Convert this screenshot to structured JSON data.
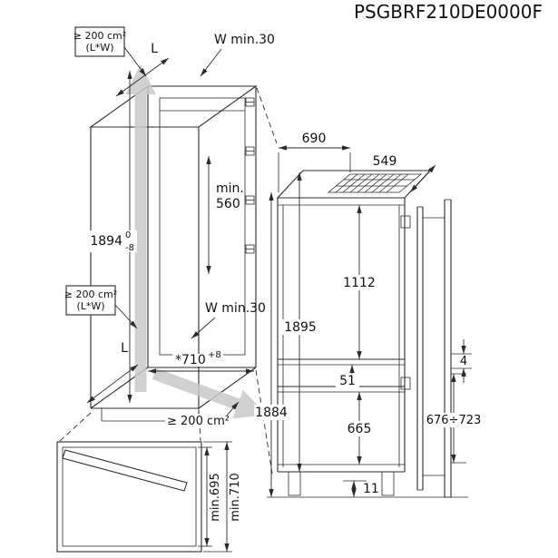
{
  "header": {
    "model_code": "PSGBRF210DE0000F"
  },
  "ventilation": {
    "top_label": "≥ 200 cm²",
    "top_sub": "(L*W)",
    "mid_label": "≥ 200 cm²",
    "mid_sub": "(L*W)",
    "bottom_label": "≥ 200 cm²"
  },
  "niche": {
    "depth_label_top": "L",
    "depth_label_bottom": "L",
    "wall_clearance_top": "W min.30",
    "wall_clearance_mid": "W min.30",
    "min_depth_prefix": "min.",
    "min_depth_value": "560",
    "height": "1894",
    "height_tol_upper": "0",
    "height_tol_lower": "-8",
    "width": "*710",
    "width_tol": "+8"
  },
  "appliance": {
    "depth_door_open": "690",
    "depth": "549",
    "height_overall": "1895",
    "fridge_door_height": "1112",
    "mid_gap": "51",
    "height": "1884",
    "freezer_door_height": "665",
    "bottom_gap": "11"
  },
  "side_view": {
    "top_gap": "4",
    "hinge_range": "676÷723"
  },
  "door_detail": {
    "min_width_inner": "min.695",
    "min_width_outer": "min.710"
  }
}
